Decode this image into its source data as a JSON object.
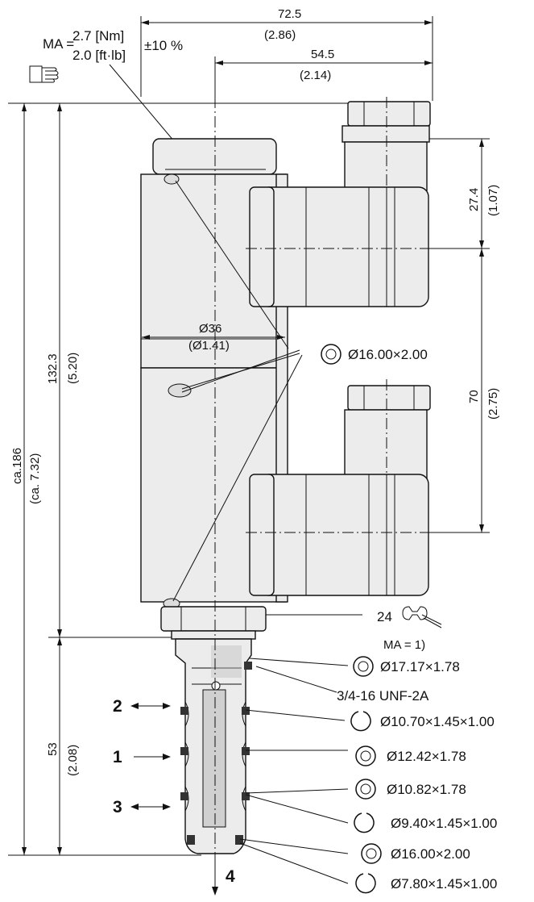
{
  "dimensions": {
    "overall_width_mm": "72.5",
    "overall_width_in": "(2.86)",
    "coil_offset_mm": "54.5",
    "coil_offset_in": "(2.14)",
    "connector_offset_mm": "27.4",
    "connector_offset_in": "(1.07)",
    "coil_spacing_mm": "70",
    "coil_spacing_in": "(2.75)",
    "body_diameter_mm": "Ø36",
    "body_diameter_in": "(Ø1.41)",
    "body_height_mm": "132.3",
    "body_height_in": "(5.20)",
    "total_height_mm": "ca.186",
    "total_height_in": "(ca. 7.32)",
    "cartridge_height_mm": "53",
    "cartridge_height_in": "(2.08)"
  },
  "torque": {
    "symbol": "MA =",
    "value_nm": "2.7 [Nm]",
    "value_ftlb": "2.0 [ft·lb]",
    "tolerance": "±10 %",
    "wrench_size": "24",
    "wrench_note": "MA = 1)"
  },
  "thread": "3/4-16 UNF-2A",
  "seals": [
    {
      "label": "Ø16.00×2.00",
      "type": "o-ring"
    },
    {
      "label": "Ø17.17×1.78",
      "type": "o-ring"
    },
    {
      "label": "Ø10.70×1.45×1.00",
      "type": "backup-ring"
    },
    {
      "label": "Ø12.42×1.78",
      "type": "o-ring"
    },
    {
      "label": "Ø10.82×1.78",
      "type": "o-ring"
    },
    {
      "label": "Ø9.40×1.45×1.00",
      "type": "backup-ring"
    },
    {
      "label": "Ø16.00×2.00",
      "type": "o-ring"
    },
    {
      "label": "Ø7.80×1.45×1.00",
      "type": "backup-ring"
    }
  ],
  "ports": [
    "2",
    "1",
    "3",
    "4"
  ]
}
